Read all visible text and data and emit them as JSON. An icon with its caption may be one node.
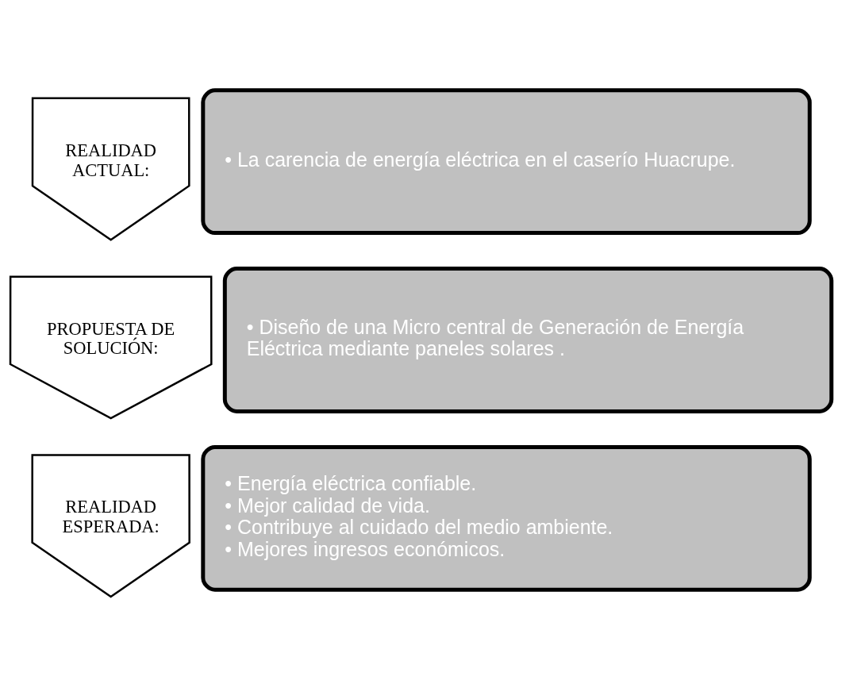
{
  "diagram": {
    "nodes": [
      {
        "text": [
          "REALIDAD ACTUAL:"
        ]
      },
      {
        "text": [
          "• La carencia de energía eléctrica en el caserío Huacrupe."
        ]
      },
      {
        "text": [
          "PROPUESTA DE SOLUCIÓN:"
        ]
      },
      {
        "text": [
          "• Diseño de una Micro central de Generación de Energía Eléctrica mediante paneles solares ."
        ]
      },
      {
        "text": [
          "REALIDAD ESPERADA:"
        ]
      },
      {
        "text": [
          "• Energía eléctrica confiable.",
          "• Mejor calidad de vida.",
          "• Contribuye al cuidado del medio ambiente.",
          "• Mejores ingresos económicos."
        ]
      }
    ]
  }
}
